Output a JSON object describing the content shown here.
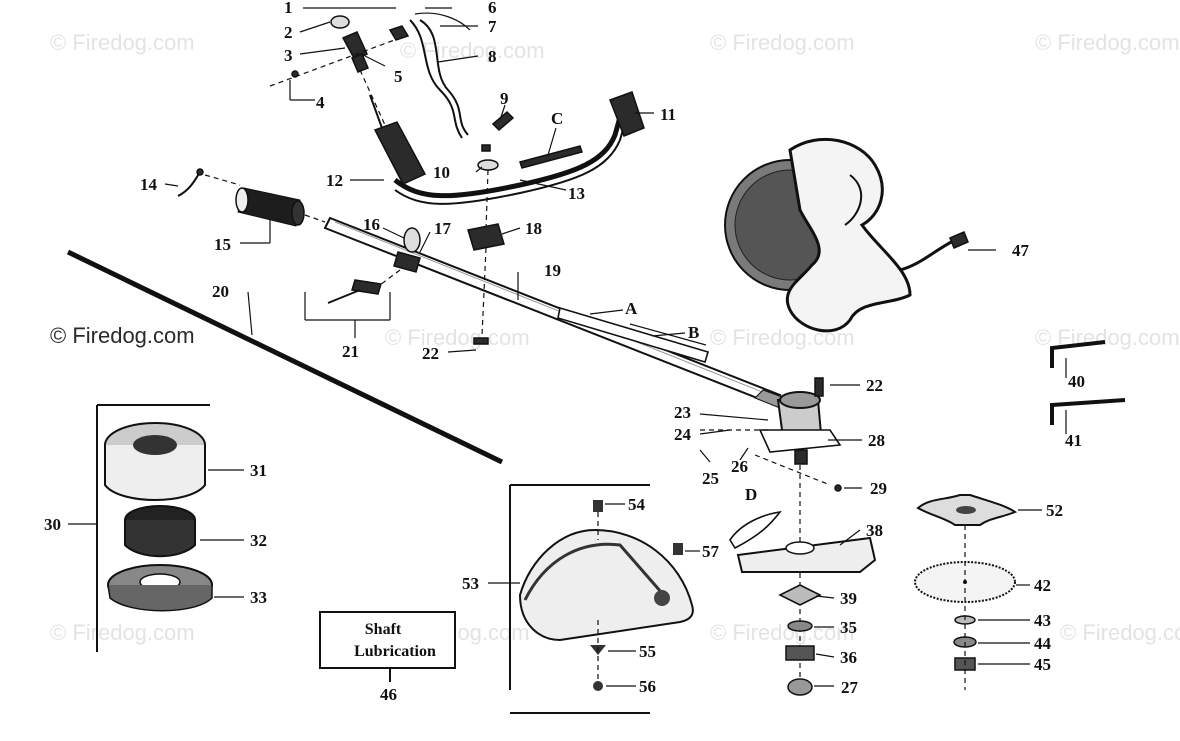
{
  "watermarks": [
    "© Firedog.com"
  ],
  "callouts": [
    "1",
    "2",
    "3",
    "4",
    "5",
    "6",
    "7",
    "8",
    "9",
    "10",
    "11",
    "12",
    "13",
    "14",
    "15",
    "16",
    "17",
    "18",
    "19",
    "20",
    "21",
    "22",
    "23",
    "24",
    "25",
    "26",
    "27",
    "28",
    "29",
    "30",
    "31",
    "32",
    "33",
    "35",
    "36",
    "38",
    "39",
    "40",
    "41",
    "42",
    "43",
    "44",
    "45",
    "46",
    "47",
    "52",
    "53",
    "54",
    "55",
    "56",
    "57"
  ],
  "letters": [
    "A",
    "B",
    "C",
    "D"
  ],
  "shaft_box": {
    "line1": "Shaft",
    "line2": "Lubrication"
  }
}
